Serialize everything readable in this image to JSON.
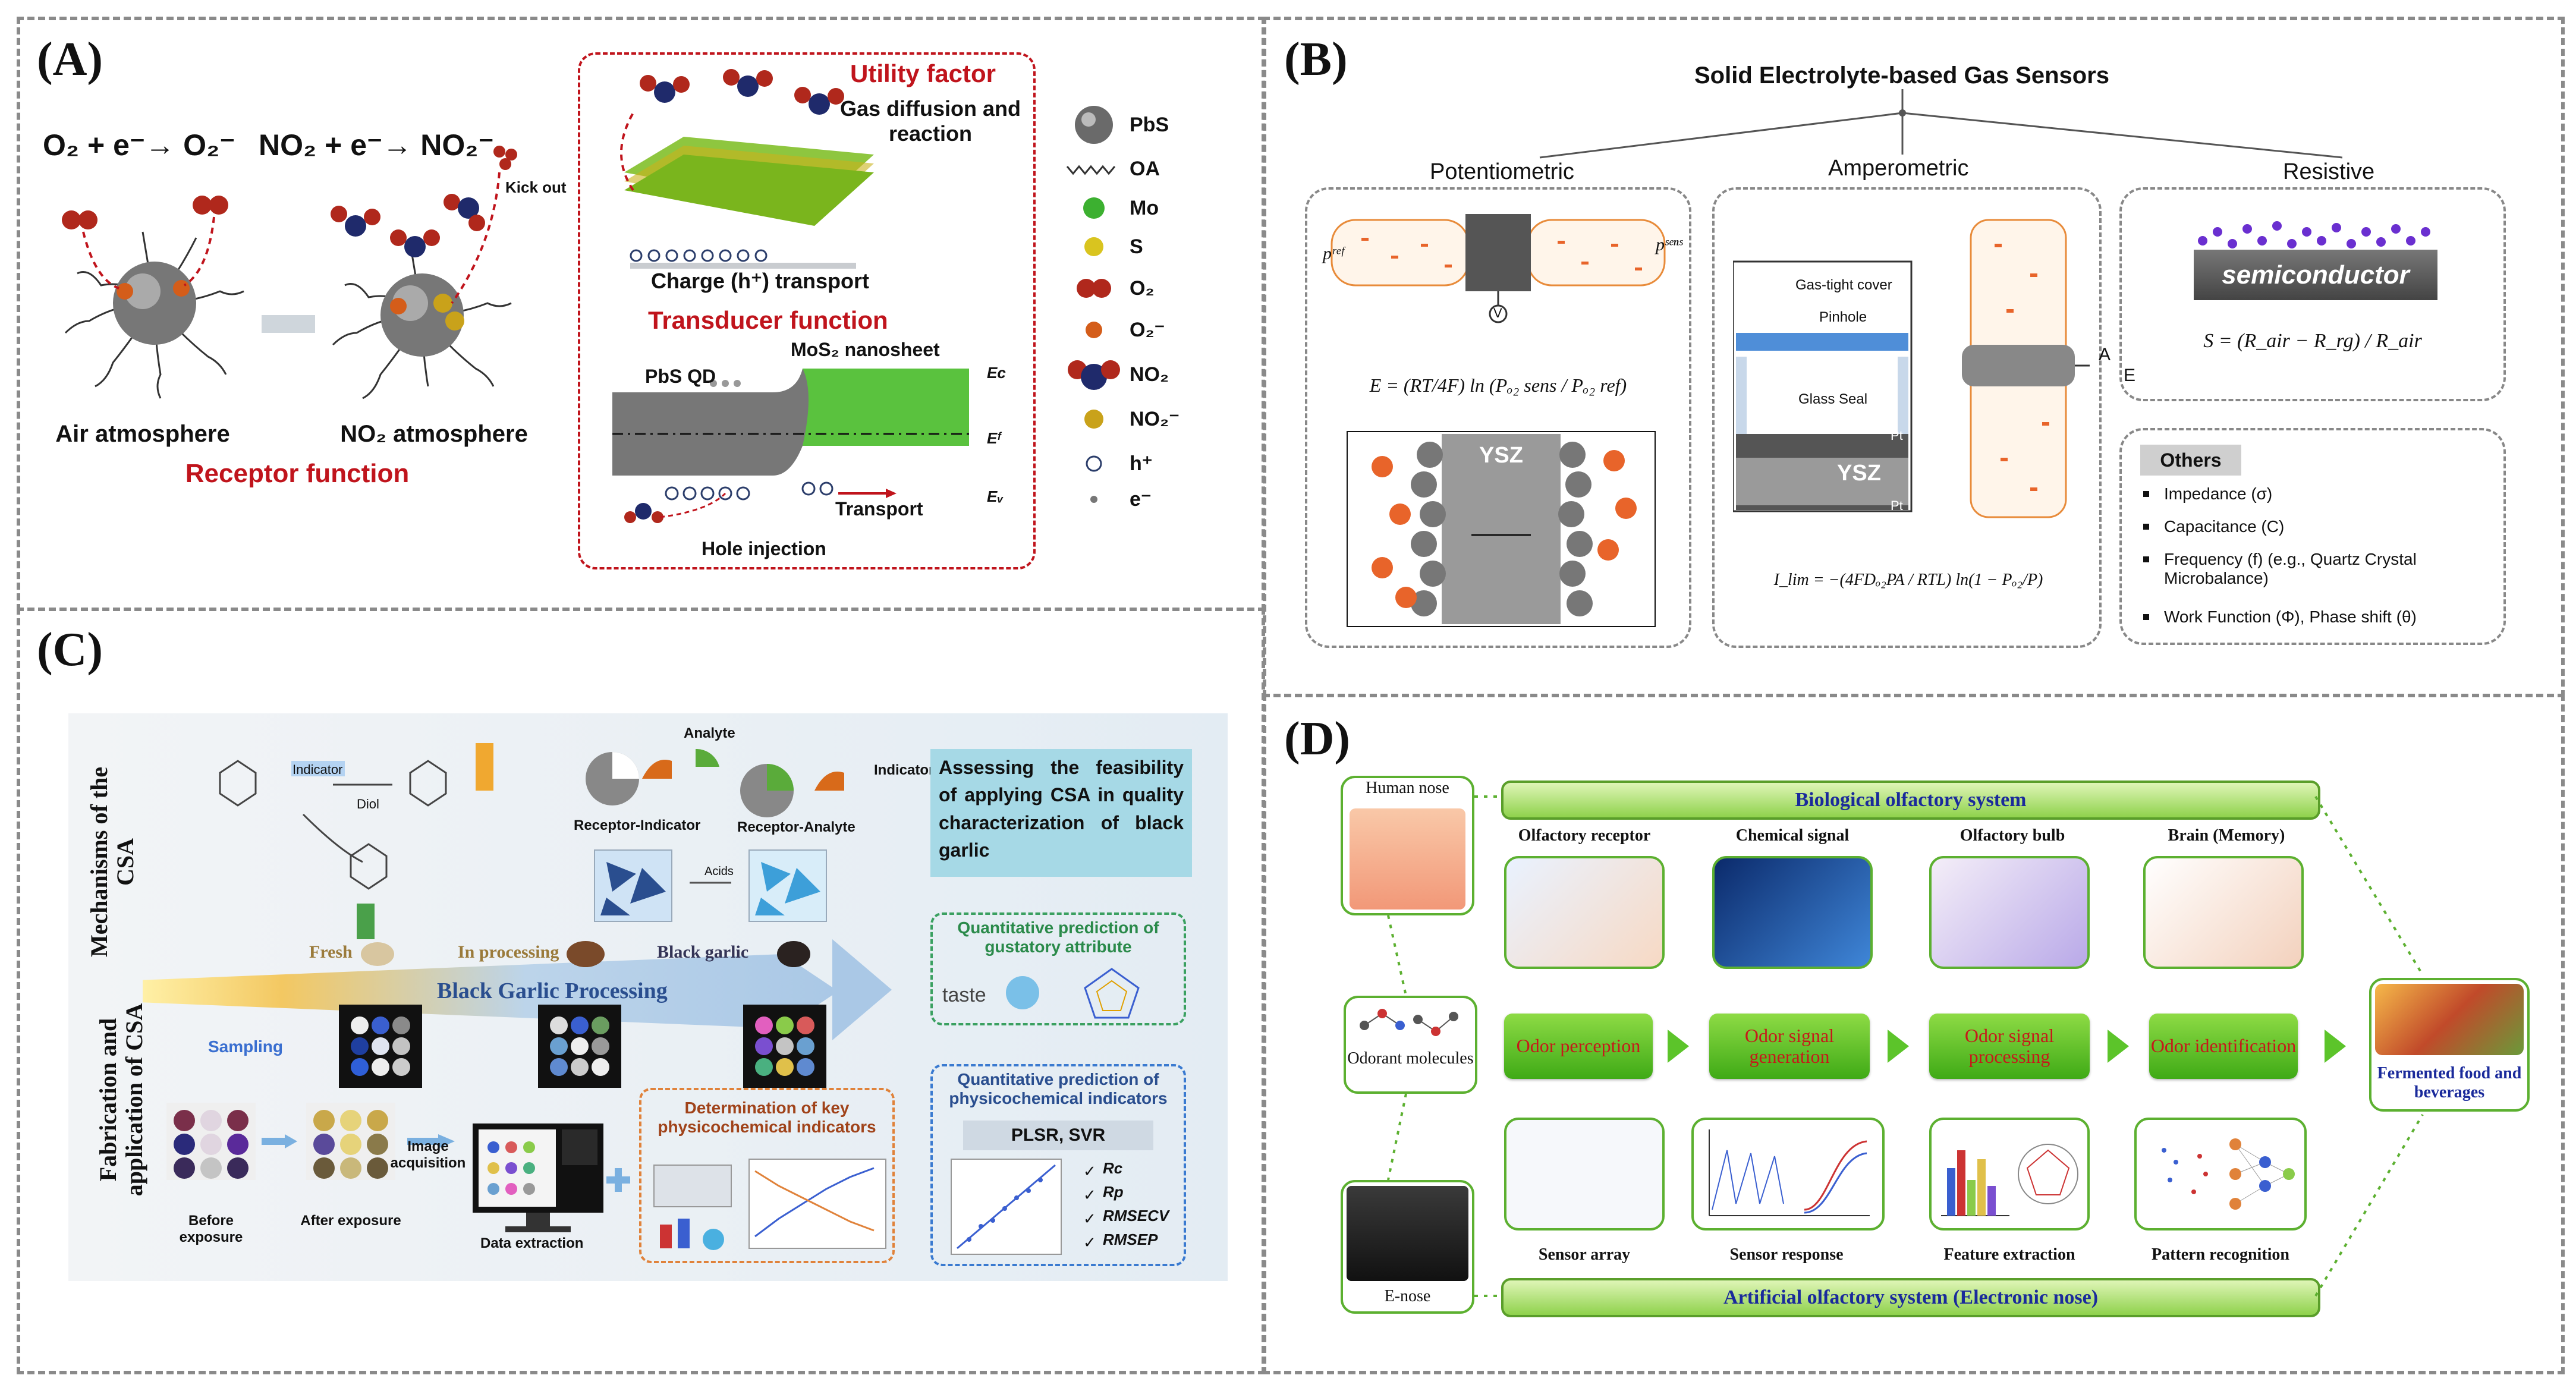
{
  "panelA": {
    "label": "(A)",
    "eq1": "O₂ + e⁻→ O₂⁻",
    "eq2": "NO₂ + e⁻→ NO₂⁻",
    "kickout": "Kick out",
    "air": "Air atmosphere",
    "no2atm": "NO₂ atmosphere",
    "receptor": "Receptor function",
    "utility": "Utility factor",
    "gas_diffusion": "Gas diffusion and reaction",
    "charge_transport": "Charge (h⁺) transport",
    "transducer": "Transducer function",
    "pbs_qd": "PbS QD",
    "mos2": "MoS₂ nanosheet",
    "ec": "Eᴄ",
    "ef": "Eᶠ",
    "ev": "Eᵥ",
    "transport": "Transport",
    "hole_injection": "Hole injection",
    "legend": [
      "PbS",
      "OA",
      "Mo",
      "S",
      "O₂",
      "O₂⁻",
      "NO₂",
      "NO₂⁻",
      "h⁺",
      "e⁻"
    ]
  },
  "panelB": {
    "label": "(B)",
    "title": "Solid Electrolyte-based Gas Sensors",
    "potentiometric": "Potentiometric",
    "amperometric": "Amperometric",
    "resistive": "Resistive",
    "pref": "pʳᵉᶠ",
    "psens": "pˢᵉⁿˢ",
    "v": "V",
    "nernst": "E = (RT/4F) ln (Pₒ₂ sens / Pₒ₂ ref)",
    "ysz": "YSZ",
    "gas_tight": "Gas-tight cover",
    "pinhole": "Pinhole",
    "glass_seal": "Glass Seal",
    "pt": "Pt",
    "ilim": "I_lim = −(4FDₒ₂PA / RTL) ln(1 − Pₒ₂/P)",
    "a": "A",
    "e": "E",
    "semiconductor": "semiconductor",
    "s_formula": "S = (R_air − R_rg) / R_air",
    "others_title": "Others",
    "others": [
      "Impedance (σ)",
      "Capacitance (C)",
      "Frequency (f) (e.g., Quartz Crystal Microbalance)",
      "Work Function (Φ), Phase shift (θ)"
    ]
  },
  "panelC": {
    "label": "(C)",
    "mechanisms": "Mechanisms of the CSA",
    "fabrication": "Fabrication and application of CSA",
    "indicator": "Indicator",
    "diol": "Diol",
    "analyte": "Analyte",
    "indicator2": "Indicator",
    "receptor_indicator": "Receptor-Indicator",
    "receptor_analyte": "Receptor-Analyte",
    "acids": "Acids",
    "assessing": "Assessing the feasibility of applying CSA in quality characterization of black garlic",
    "fresh": "Fresh",
    "in_processing": "In processing",
    "black_garlic": "Black garlic",
    "bgp": "Black Garlic Processing",
    "quant_gust": "Quantitative prediction of gustatory attribute",
    "taste": "taste",
    "sampling": "Sampling",
    "image_acq": "Image acquisition",
    "before": "Before exposure",
    "after": "After exposure",
    "data_extraction": "Data extraction",
    "determination": "Determination of key physicochemical indicators",
    "quant_phys": "Quantitative prediction of physicochemical indicators",
    "plsr": "PLSR, SVR",
    "metrics": [
      "Rc",
      "Rp",
      "RMSECV",
      "RMSEP"
    ]
  },
  "panelD": {
    "label": "(D)",
    "human_nose": "Human nose",
    "bio_system": "Biological olfactory system",
    "olfactory_receptor": "Olfactory receptor",
    "chemical_signal": "Chemical signal",
    "olfactory_bulb": "Olfactory bulb",
    "brain": "Brain (Memory)",
    "odorant": "Odorant molecules",
    "steps": [
      "Odor perception",
      "Odor signal generation",
      "Odor signal processing",
      "Odor identification"
    ],
    "fermented": "Fermented food and beverages",
    "sensor_array": "Sensor array",
    "sensor_response": "Sensor response",
    "feature_extraction": "Feature extraction",
    "pattern_recognition": "Pattern recognition",
    "e_nose": "E-nose",
    "artificial": "Artificial olfactory system (Electronic nose)"
  },
  "colors": {
    "accent_red": "#c0141c",
    "green": "#5cb030",
    "navy": "#1a2a9b"
  }
}
